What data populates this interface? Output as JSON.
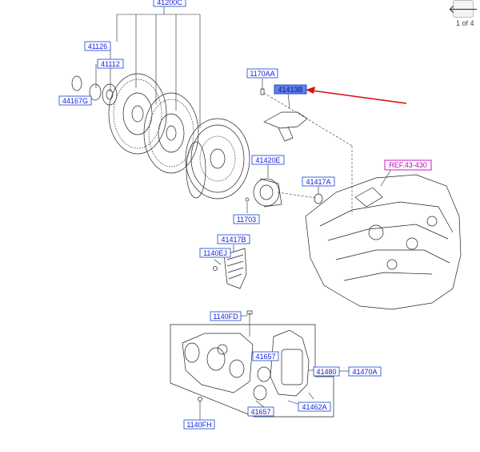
{
  "nav": {
    "back_icon": "arrow-left-icon",
    "back_glyph": "🡐",
    "page_indicator": "1 of 4"
  },
  "labels": {
    "l41200c": "41200C",
    "l41126": "41126",
    "l41112": "41112",
    "l44167g": "44167G",
    "l1170aa": "1170AA",
    "l41413b": "41413B",
    "l41420e": "41420E",
    "l41417a": "41417A",
    "l11703": "11703",
    "lref": "REF.43-430",
    "l41417b": "41417B",
    "l1140ej": "1140EJ",
    "l1140fd": "1140FD",
    "l41657a": "41657",
    "l41657b": "41657",
    "l41480": "41480",
    "l41470a": "41470A",
    "l41462a": "41462A",
    "l1140fh": "1140FH"
  },
  "colors": {
    "label_text": "#1a1ad8",
    "label_border": "#2a5bd7",
    "highlight_fill": "#5b82f0",
    "ref_color": "#c000c0",
    "arrow_color": "#e01010"
  }
}
